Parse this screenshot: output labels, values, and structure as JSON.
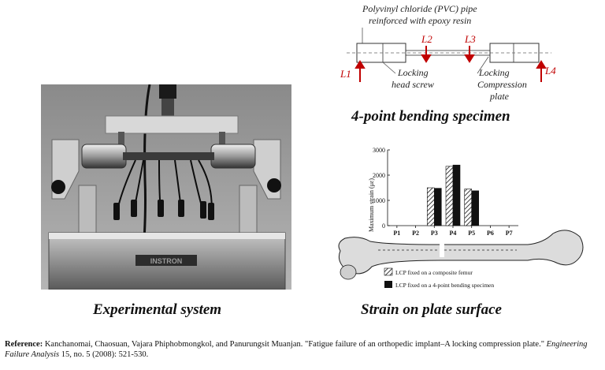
{
  "captions": {
    "experimental": "Experimental system",
    "specimen": "4-point bending specimen",
    "strain": "Strain on plate surface"
  },
  "photo": {
    "machine_label": "INSTRON"
  },
  "specimen": {
    "pipe_label_line1": "Polyvinyl chloride (PVC) pipe",
    "pipe_label_line2": "reinforced with epoxy resin",
    "screw_label_line1": "Locking",
    "screw_label_line2": "head screw",
    "plate_label_line1": "Locking",
    "plate_label_line2": "Compression",
    "plate_label_line3": "plate",
    "loads": [
      "L1",
      "L2",
      "L3",
      "L4"
    ],
    "load_color": "#c00000"
  },
  "chart_data": {
    "type": "bar",
    "ylabel": "Maximum strain (με)",
    "ylim": [
      0,
      3000
    ],
    "yticks": [
      "0",
      "1000",
      "2000",
      "3000"
    ],
    "categories": [
      "P1",
      "P2",
      "P3",
      "P4",
      "P5",
      "P6",
      "P7"
    ],
    "series": [
      {
        "name": "LCP fixed on a composite femur",
        "values": [
          null,
          null,
          1500,
          2350,
          1450,
          null,
          null
        ],
        "pattern": "hatched"
      },
      {
        "name": "LCP fixed on a 4-point bending specimen",
        "values": [
          null,
          null,
          1480,
          2400,
          1380,
          null,
          null
        ],
        "pattern": "solid"
      }
    ],
    "legend": "bottom"
  },
  "reference": {
    "label": "Reference:",
    "authors": " Kanchanomai, Chaosuan, Vajara Phiphobmongkol, and Panurungsit Muanjan. \"Fatigue failure of an orthopedic implant–A locking compression plate.\" ",
    "journal": "Engineering Failure Analysis",
    "details": " 15, no. 5 (2008): 521-530."
  }
}
